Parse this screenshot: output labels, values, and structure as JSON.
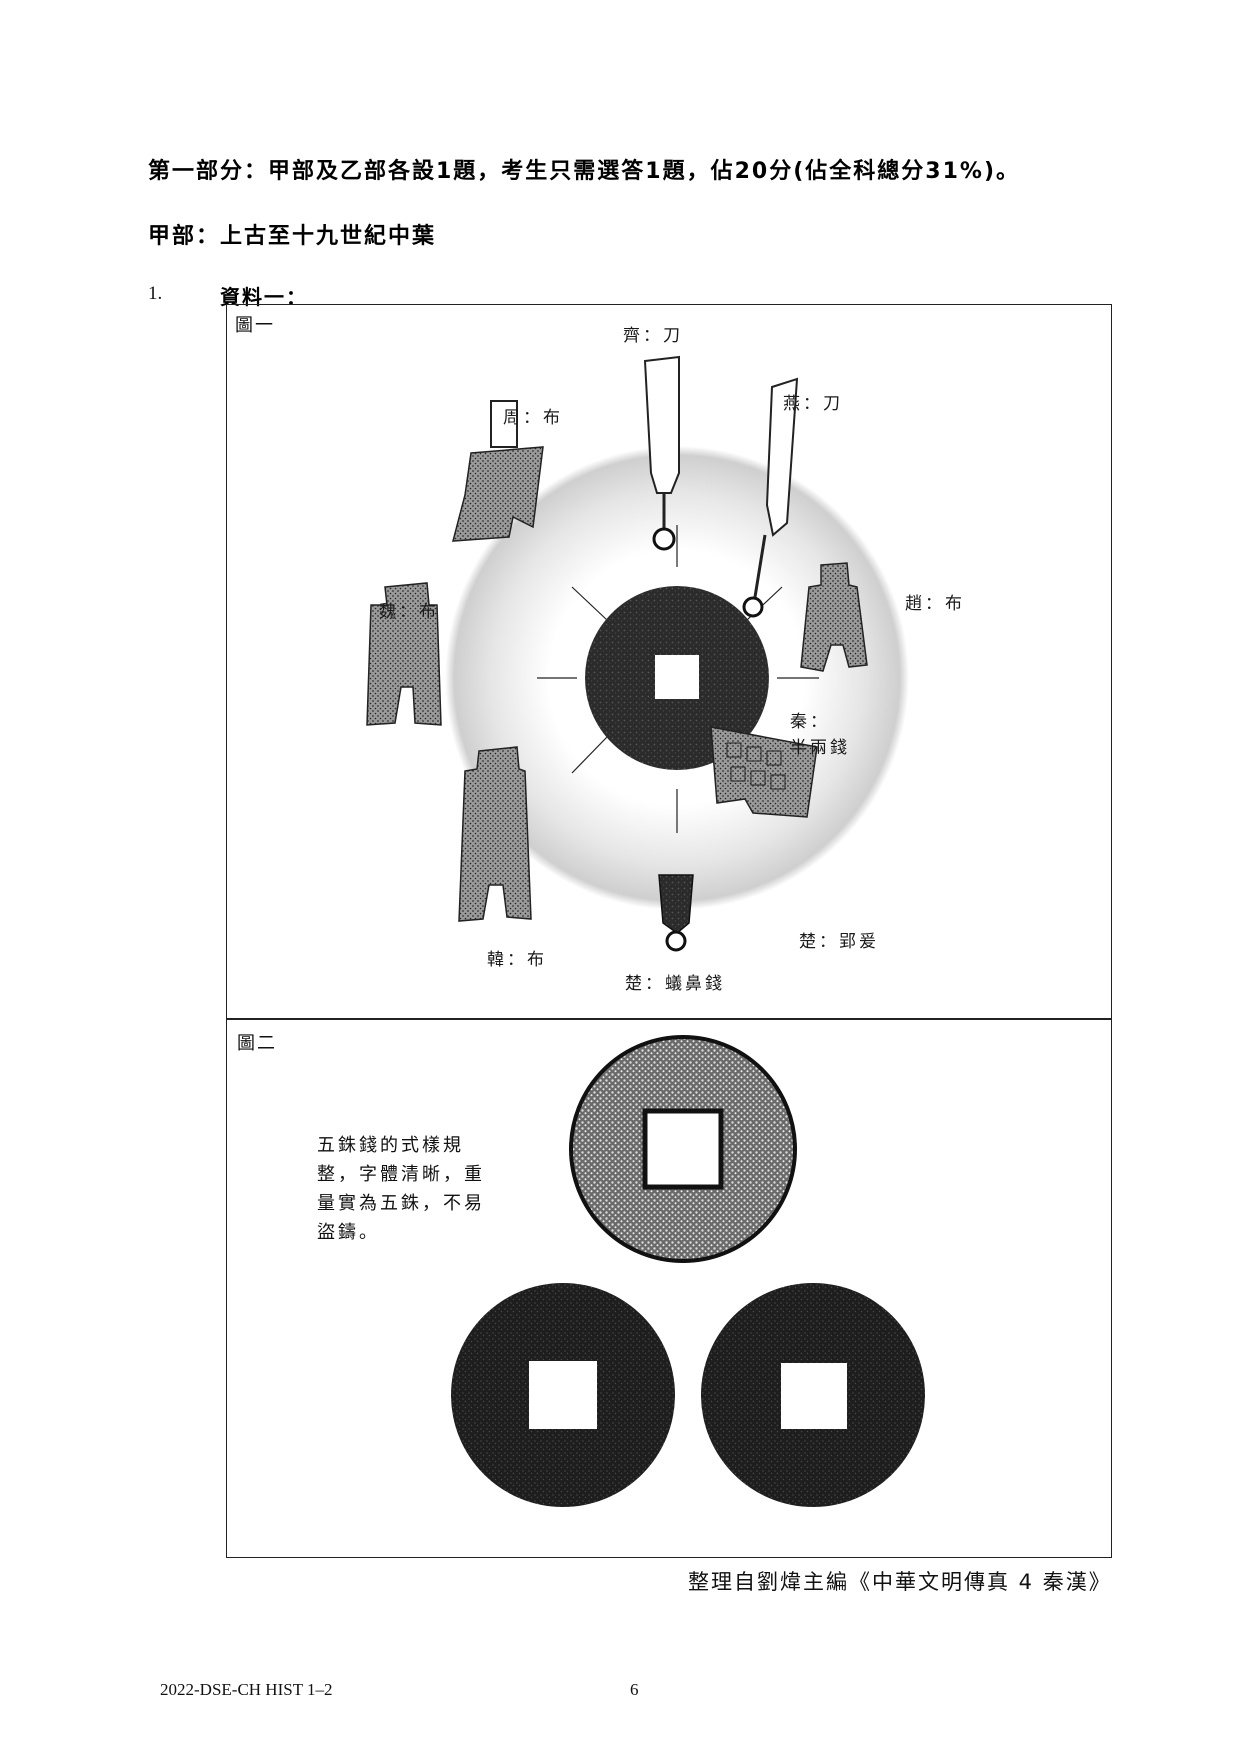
{
  "part_heading": "第一部分：甲部及乙部各設1題，考生只需選答1題，佔20分(佔全科總分31%)。",
  "section_heading": "甲部：上古至十九世紀中葉",
  "question": {
    "number": "1.",
    "source_label": "資料一："
  },
  "figure1": {
    "title": "圖一",
    "labels": {
      "qi": "齊：刀",
      "yan": "燕：刀",
      "zhou": "周：布",
      "zhao": "趙：布",
      "wei": "魏：布",
      "qin_line1": "秦：",
      "qin_line2": "半兩錢",
      "han": "韓：布",
      "chu_yingyuan": "楚：郢爰",
      "chu_yibi": "楚：蟻鼻錢"
    }
  },
  "figure2": {
    "title": "圖二",
    "note": "五銖錢的式樣規整，字體清晰，重量實為五銖，不易盜鑄。"
  },
  "source_citation": "整理自劉煒主編《中華文明傳真 4 秦漢》",
  "footer": {
    "code": "2022-DSE-CH HIST 1–2",
    "page": "6"
  }
}
